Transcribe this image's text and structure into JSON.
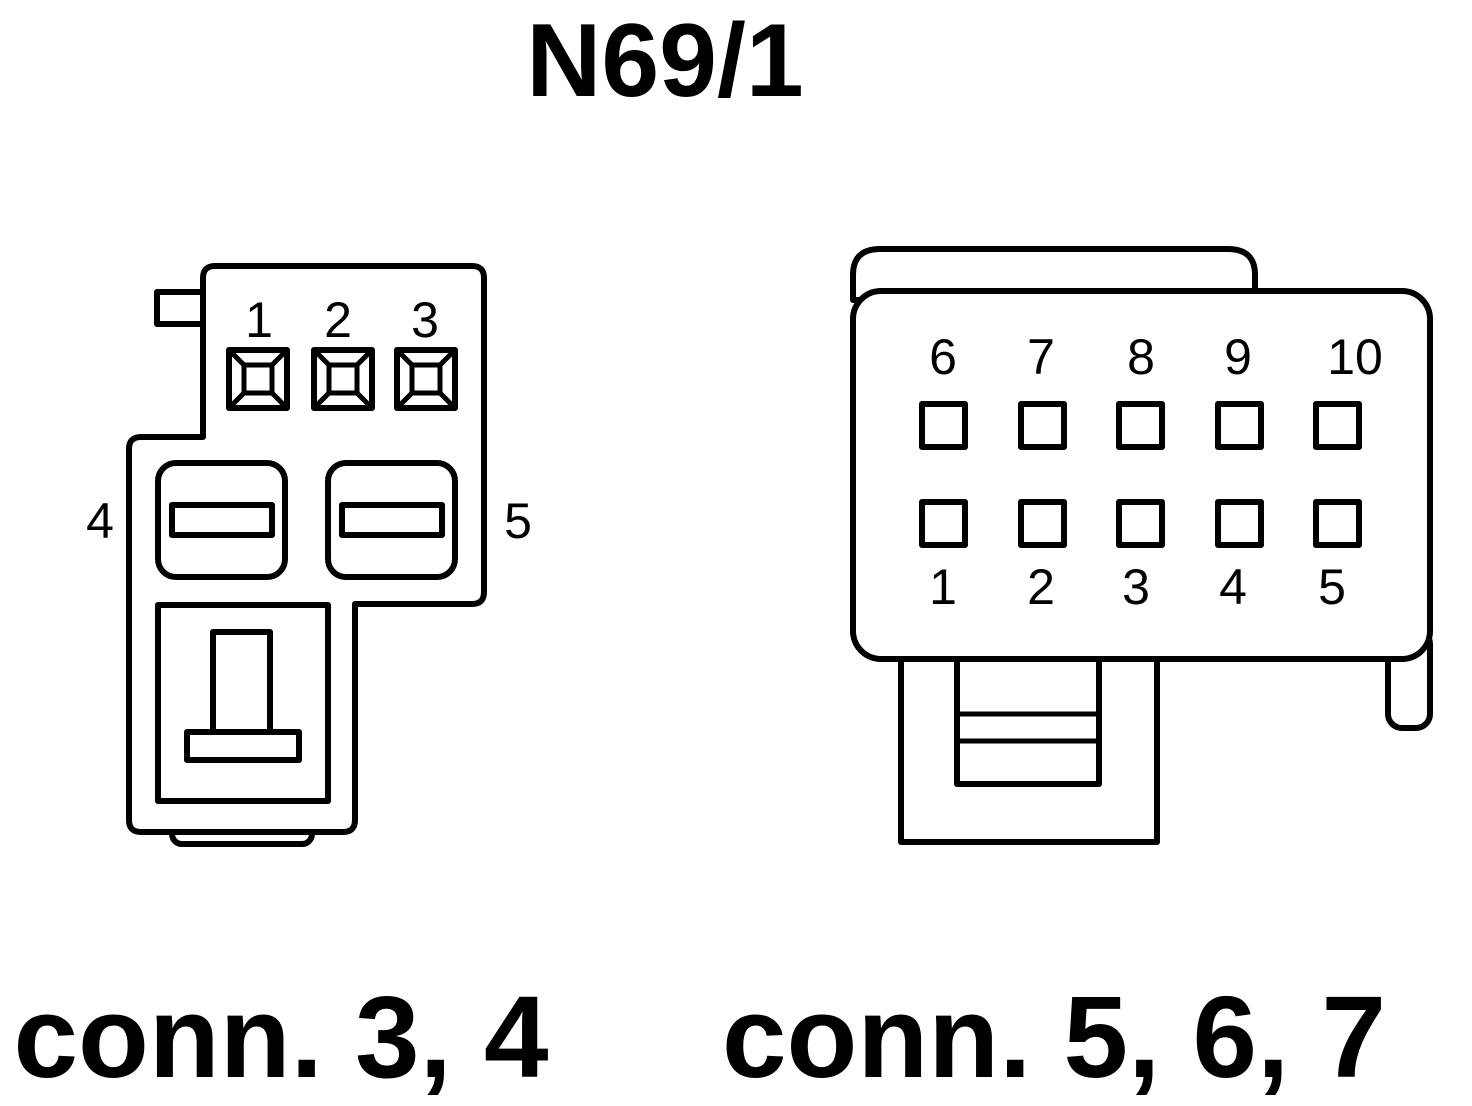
{
  "title": "N69/1",
  "left_connector": {
    "caption": "conn. 3, 4",
    "pins": {
      "p1": "1",
      "p2": "2",
      "p3": "3",
      "p4": "4",
      "p5": "5"
    }
  },
  "right_connector": {
    "caption": "conn. 5, 6, 7",
    "pins": {
      "p1": "1",
      "p2": "2",
      "p3": "3",
      "p4": "4",
      "p5": "5",
      "p6": "6",
      "p7": "7",
      "p8": "8",
      "p9": "9",
      "p10": "10"
    }
  },
  "colors": {
    "line": "#000000",
    "background": "#ffffff"
  }
}
